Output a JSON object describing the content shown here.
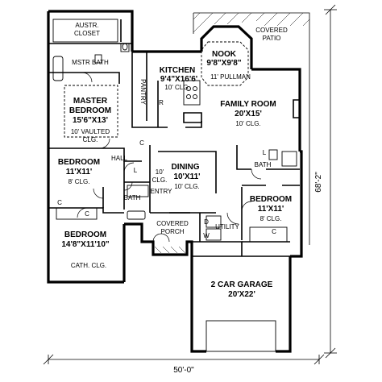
{
  "rooms": {
    "closet": {
      "line1": "AUSTR.",
      "line2": "CLOSET"
    },
    "mstr_bath": {
      "name": "MSTR BATH"
    },
    "master": {
      "line1": "MASTER",
      "line2": "BEDROOM",
      "size": "15'6\"X13'",
      "note1": "10' VAULTED",
      "note2": "CLG."
    },
    "kitchen": {
      "name": "KITCHEN",
      "size": "9'4\"X16'6'",
      "note": "10' CLG."
    },
    "nook": {
      "name": "NOOK",
      "size": "9'8\"X9'8\"",
      "note": "11' PULLMAN"
    },
    "pantry": {
      "name": "PANTRY"
    },
    "family": {
      "name": "FAMILY ROOM",
      "size": "20'X15'",
      "note": "10' CLG."
    },
    "patio": {
      "line1": "COVERED",
      "line2": "PATIO"
    },
    "bedroom2": {
      "name": "BEDROOM",
      "size": "11'X11'",
      "note": "8' CLG."
    },
    "hall": {
      "name": "HALL"
    },
    "dining": {
      "name": "DINING",
      "size": "10'X11'",
      "note": "10' CLG."
    },
    "entry": {
      "line1": "10'",
      "line2": "CLG.",
      "line3": "ENTRY"
    },
    "bath_left": {
      "name": "BATH"
    },
    "bath_right": {
      "name": "BATH"
    },
    "bedroom4": {
      "name": "BEDROOM",
      "size": "11'X11'",
      "note": "8' CLG."
    },
    "bedroom3": {
      "name": "BEDROOM",
      "size": "14'8\"X11'10\"",
      "note": "CATH. CLG."
    },
    "porch": {
      "line1": "COVERED",
      "line2": "PORCH"
    },
    "utility": {
      "name": "UTILITY"
    },
    "garage": {
      "name": "2 CAR GARAGE",
      "size": "20'X22'"
    }
  },
  "symbols": {
    "closet": "C",
    "range": "R",
    "linen": "L",
    "dryer": "D",
    "washer": "W"
  },
  "dimensions": {
    "width": "50'-0\"",
    "depth": "68'-2\""
  }
}
